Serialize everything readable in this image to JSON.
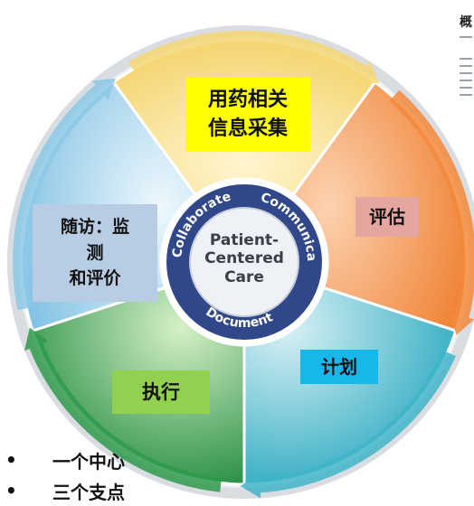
{
  "diagram": {
    "segments": [
      {
        "id": "info",
        "label_lines": [
          "用药相关",
          "信息采集"
        ],
        "box_color": "#ffff00"
      },
      {
        "id": "assess",
        "label_lines": [
          "评估"
        ],
        "box_color": "#e6a6a0"
      },
      {
        "id": "plan",
        "label_lines": [
          "计划"
        ],
        "box_color": "#16b8ea"
      },
      {
        "id": "execute",
        "label_lines": [
          "执行"
        ],
        "box_color": "#92d050"
      },
      {
        "id": "followup",
        "label_lines": [
          "随访：监",
          "测",
          "和评价"
        ],
        "box_color": "#b8cce4"
      }
    ],
    "center": {
      "lines": [
        "Patient-",
        "Centered",
        "Care"
      ],
      "ring_words": [
        "Collaborate",
        "Communicate",
        "Document"
      ]
    },
    "colors": {
      "info": "#f6d774",
      "assess": "#f28a3c",
      "plan": "#3fb5c8",
      "execute": "#2e9a4a",
      "followup": "#8cc8e6",
      "center_ring": "#30478a"
    }
  },
  "bullets": [
    {
      "mark": "•",
      "text": "一个中心"
    },
    {
      "mark": "•",
      "text": "三个支点"
    }
  ],
  "doc_fragment": {
    "title": "概"
  }
}
